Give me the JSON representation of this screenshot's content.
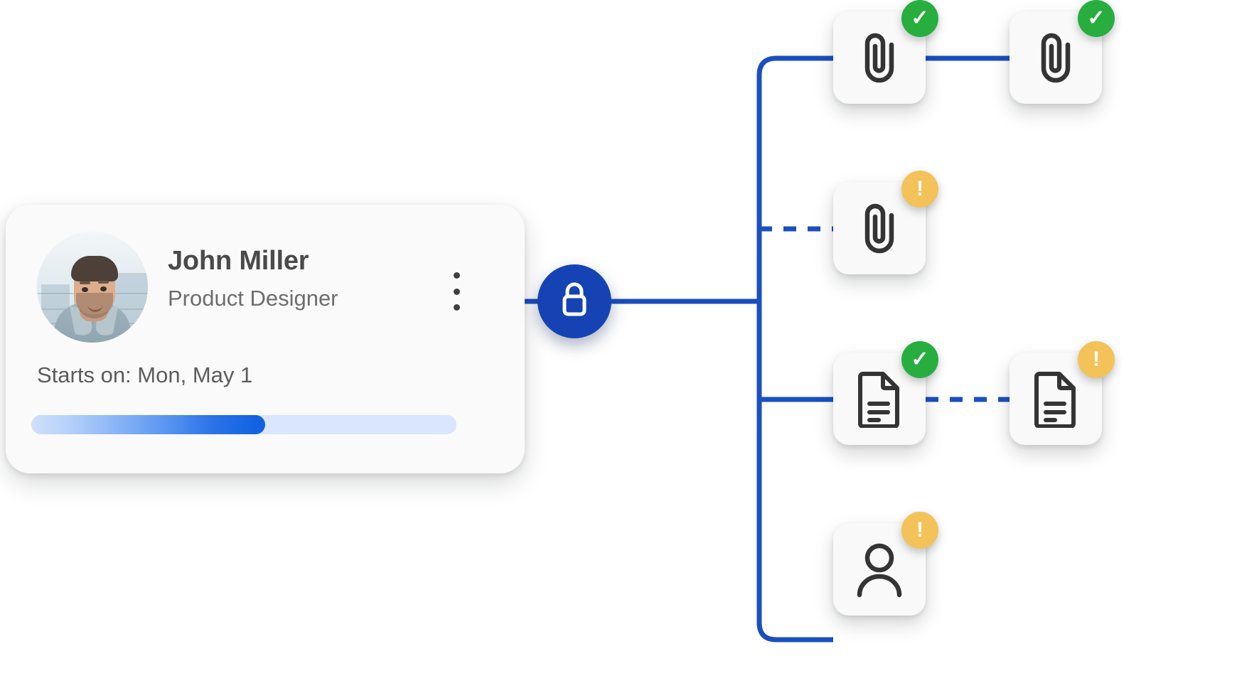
{
  "card": {
    "name": "John Miller",
    "role": "Product Designer",
    "start_label": "Starts on: Mon, May 1",
    "progress_percent": 55,
    "menu_icon": "kebab-menu-icon",
    "avatar_alt": "John Miller portrait"
  },
  "hub": {
    "icon": "lock-icon",
    "color": "#1543b4"
  },
  "colors": {
    "connector": "#1a4fbf",
    "badge_ok": "#27ae3f",
    "badge_warn": "#f3c259",
    "node_surface": "#f9f9f9",
    "card_surface": "#fafafa",
    "progress_track": "#d9e6fd",
    "progress_fill_start": "#cfe0fb",
    "progress_fill_end": "#0e5fe0"
  },
  "nodes": [
    {
      "id": "clip-1",
      "icon": "paperclip-icon",
      "badge": "check",
      "badge_glyph": "✓",
      "link": "solid"
    },
    {
      "id": "clip-2",
      "icon": "paperclip-icon",
      "badge": "check",
      "badge_glyph": "✓",
      "link": "solid"
    },
    {
      "id": "clip-3",
      "icon": "paperclip-icon",
      "badge": "warning",
      "badge_glyph": "!",
      "link": "dashed"
    },
    {
      "id": "doc-1",
      "icon": "document-icon",
      "badge": "check",
      "badge_glyph": "✓",
      "link": "solid"
    },
    {
      "id": "doc-2",
      "icon": "document-icon",
      "badge": "warning",
      "badge_glyph": "!",
      "link": "dashed"
    },
    {
      "id": "person",
      "icon": "person-icon",
      "badge": "warning",
      "badge_glyph": "!",
      "link": "solid"
    }
  ]
}
